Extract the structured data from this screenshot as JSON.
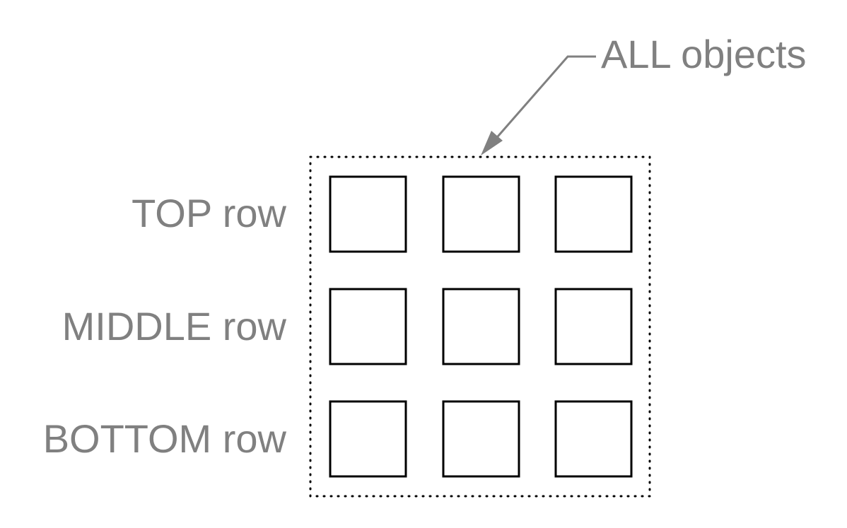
{
  "callout": {
    "label": "ALL objects"
  },
  "rows": [
    {
      "label": "TOP row",
      "objects": 3
    },
    {
      "label": "MIDDLE row",
      "objects": 3
    },
    {
      "label": "BOTTOM row",
      "objects": 3
    }
  ],
  "colors": {
    "label": "#808080",
    "outline": "#000000",
    "background": "#ffffff"
  }
}
